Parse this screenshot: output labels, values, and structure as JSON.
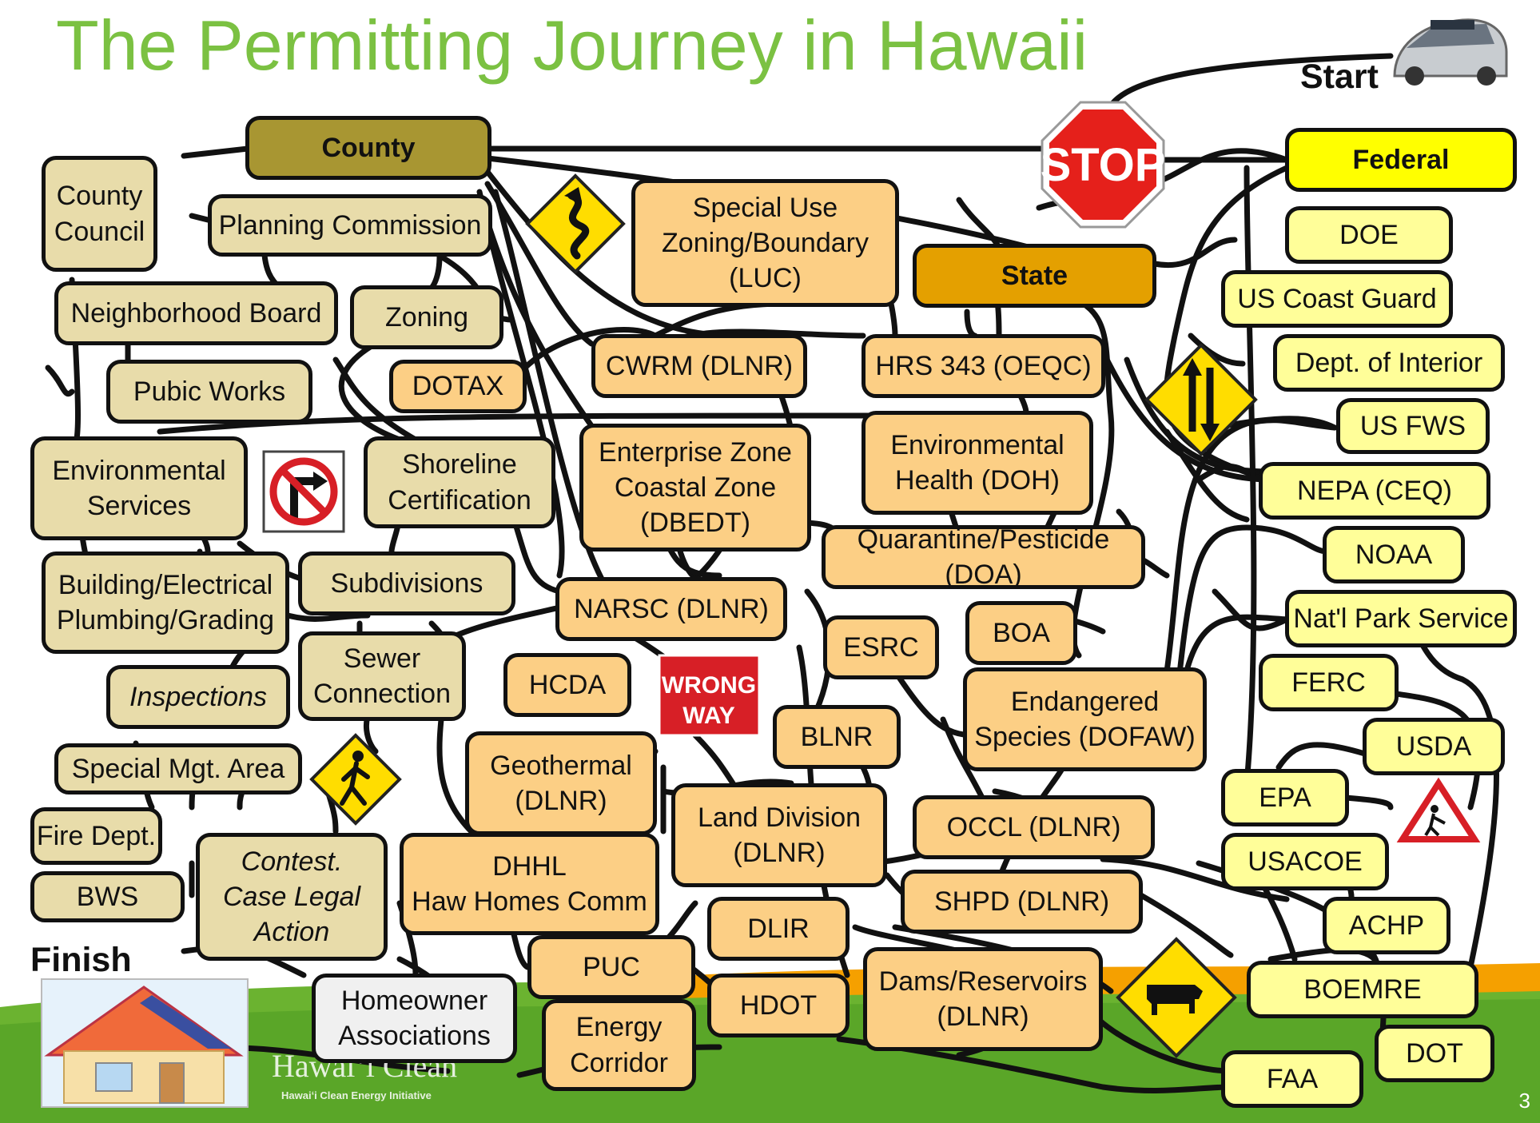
{
  "title": "The Permitting Journey in Hawaii",
  "start_label": "Start",
  "finish_label": "Finish",
  "page_number": "3",
  "footer": {
    "brand": "Hawaiʻi Clean",
    "subtitle": "Hawaiʻi Clean Energy Initiative"
  },
  "signs": {
    "stop": "STOP",
    "wrong_way_1": "WRONG",
    "wrong_way_2": "WAY"
  },
  "county": {
    "header": "County",
    "council": "County\nCouncil",
    "planning_commission": "Planning Commission",
    "neighborhood_board": "Neighborhood Board",
    "zoning": "Zoning",
    "public_works": "Pubic Works",
    "environmental_services": "Environmental\nServices",
    "shoreline_certification": "Shoreline\nCertification",
    "building": "Building/Electrical\nPlumbing/Grading",
    "subdivisions": "Subdivisions",
    "sewer_connection": "Sewer\nConnection",
    "inspections": "Inspections",
    "special_mgt_area": "Special Mgt. Area",
    "fire_dept": "Fire Dept.",
    "bws": "BWS",
    "contested_case": "Contest.\nCase Legal\nAction"
  },
  "homeowner_associations": "Homeowner\nAssociations",
  "state": {
    "header": "State",
    "luc": "Special Use\nZoning/Boundary\n(LUC)",
    "dotax": "DOTAX",
    "cwrm": "CWRM (DLNR)",
    "hrs343": "HRS 343 (OEQC)",
    "enterprise_zone": "Enterprise Zone\nCoastal Zone\n(DBEDT)",
    "environmental_health": "Environmental\nHealth (DOH)",
    "quarantine": "Quarantine/Pesticide (DOA)",
    "narsc": "NARSC (DLNR)",
    "esrc": "ESRC",
    "boa": "BOA",
    "hcda": "HCDA",
    "endangered_species": "Endangered\nSpecies (DOFAW)",
    "blnr": "BLNR",
    "geothermal": "Geothermal\n(DLNR)",
    "land_division": "Land Division\n(DLNR)",
    "occl": "OCCL (DLNR)",
    "dhhl": "DHHL\nHaw Homes Comm",
    "shpd": "SHPD (DLNR)",
    "dlir": "DLIR",
    "puc": "PUC",
    "dams": "Dams/Reservoirs\n(DLNR)",
    "hdot": "HDOT",
    "energy_corridor": "Energy\nCorridor"
  },
  "federal": {
    "header": "Federal",
    "doe": "DOE",
    "coast_guard": "US Coast Guard",
    "interior": "Dept. of Interior",
    "fws": "US FWS",
    "nepa": "NEPA (CEQ)",
    "noaa": "NOAA",
    "park_service": "Nat'l Park Service",
    "ferc": "FERC",
    "usda": "USDA",
    "epa": "EPA",
    "usacoe": "USACOE",
    "achp": "ACHP",
    "boemre": "BOEMRE",
    "dot": "DOT",
    "faa": "FAA"
  },
  "colors": {
    "title": "#7bc142",
    "county_box": "#e8dcaa",
    "state_box": "#fccf85",
    "federal_box": "#fffe99",
    "county_header": "#a89632",
    "state_header": "#e4a000",
    "federal_header": "#ffff00",
    "stop_sign": "#e5201b",
    "warning_sign": "#ffdd00",
    "grass": "#6bb330"
  }
}
